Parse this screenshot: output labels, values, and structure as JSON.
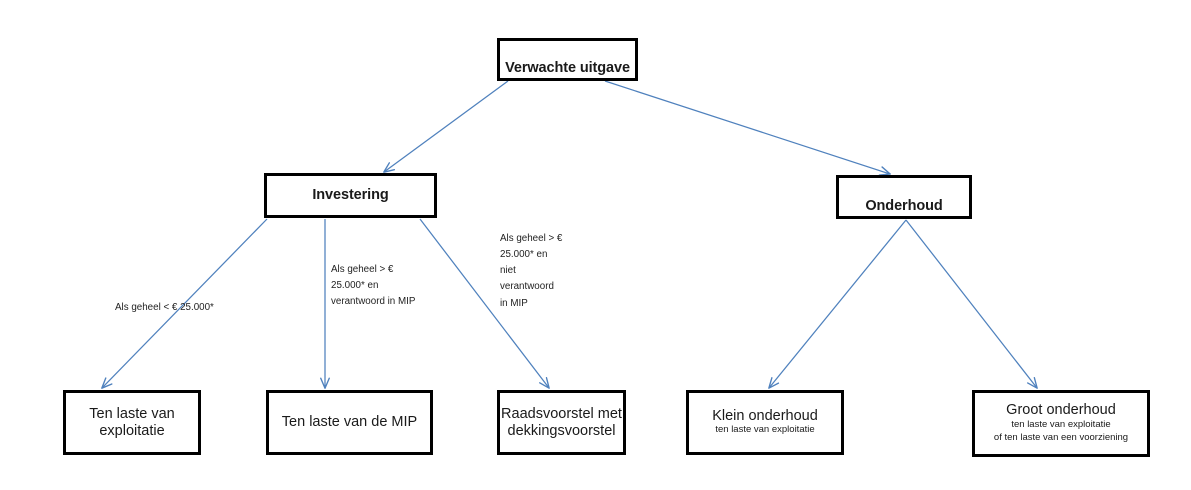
{
  "diagram": {
    "title_node": {
      "id": "verwachte-uitgave",
      "label": "Verwachte uitgave"
    },
    "branch_nodes": [
      {
        "id": "investering",
        "label": "Investering"
      },
      {
        "id": "onderhoud",
        "label": "Onderhoud"
      }
    ],
    "leaf_nodes": [
      {
        "id": "ten-laste-van-exploitatie",
        "line1": "Ten laste van",
        "line2": "exploitatie",
        "sub1": "",
        "sub2": ""
      },
      {
        "id": "ten-laste-van-de-mip",
        "line1": "Ten laste van de MIP",
        "line2": "",
        "sub1": "",
        "sub2": ""
      },
      {
        "id": "raadsvoorstel-met-dekkingsvoorstel",
        "line1": "Raadsvoorstel met",
        "line2": "dekkingsvoorstel",
        "sub1": "",
        "sub2": ""
      },
      {
        "id": "klein-onderhoud",
        "line1": "Klein onderhoud",
        "line2": "",
        "sub1": "ten laste van exploitatie",
        "sub2": ""
      },
      {
        "id": "groot-onderhoud",
        "line1": "Groot onderhoud",
        "line2": "",
        "sub1": "ten laste van exploitatie",
        "sub2": "of ten laste van een voorziening"
      }
    ],
    "edge_labels": [
      {
        "id": "label-klein-bedrag",
        "text": "Als geheel < € 25.000*"
      },
      {
        "id": "label-mip",
        "text": "Als geheel > €\n25.000* en\nverantwoord in MIP"
      },
      {
        "id": "label-niet-mip",
        "text": "Als geheel > €\n25.000* en\nniet\nverantwoord\nin MIP"
      }
    ],
    "colors": {
      "arrow": "#4F81BD",
      "box_border": "#000000",
      "text": "#1a1a1a",
      "background": "#ffffff"
    }
  }
}
